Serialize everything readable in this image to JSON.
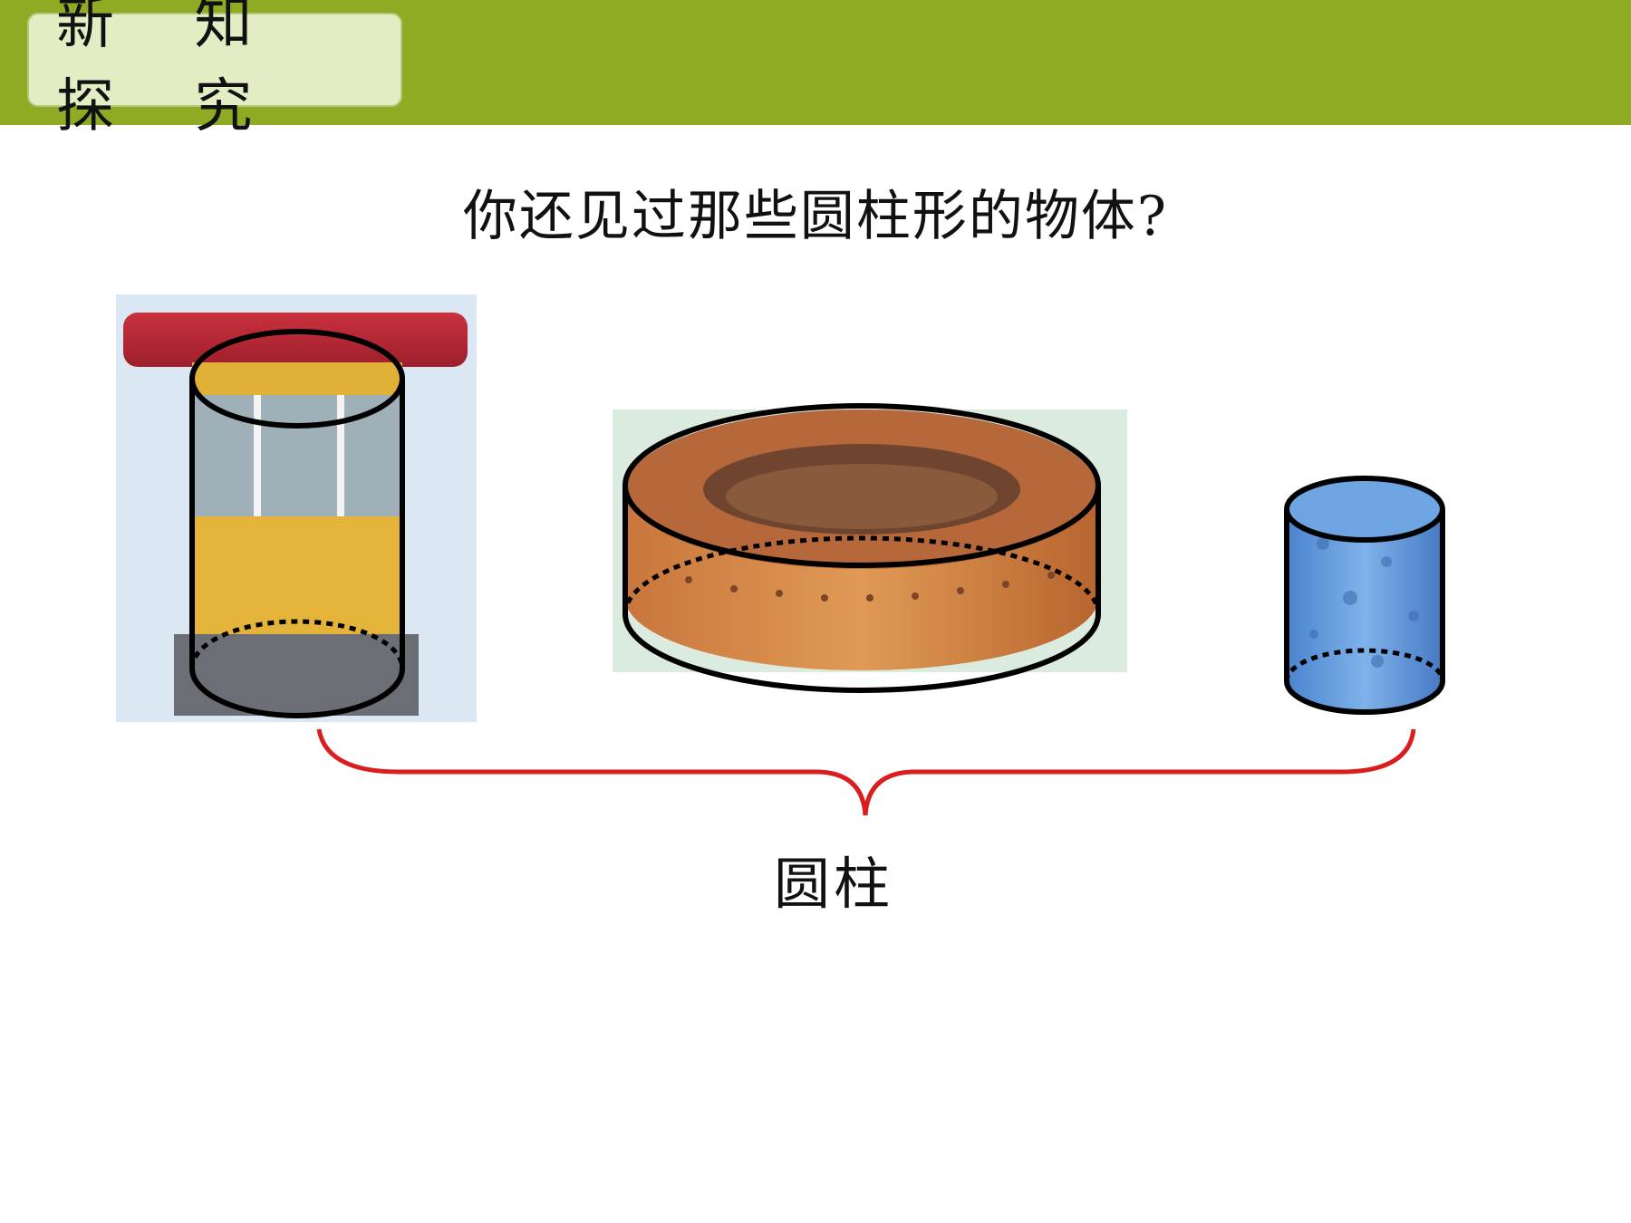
{
  "header": {
    "title": "新 知 探 究"
  },
  "question": "你还见过那些圆柱形的物体?",
  "caption": "圆柱",
  "colors": {
    "header_bar": "#8fab23",
    "badge_bg": "#e3edc4",
    "brace": "#d81e1e",
    "outline": "#000000"
  },
  "figures": [
    {
      "name": "guard-booth",
      "color": "#e3b33a"
    },
    {
      "name": "round-earthen-building",
      "color": "#c6743a"
    },
    {
      "name": "blue-cylinder",
      "color": "#5a93d6"
    }
  ]
}
